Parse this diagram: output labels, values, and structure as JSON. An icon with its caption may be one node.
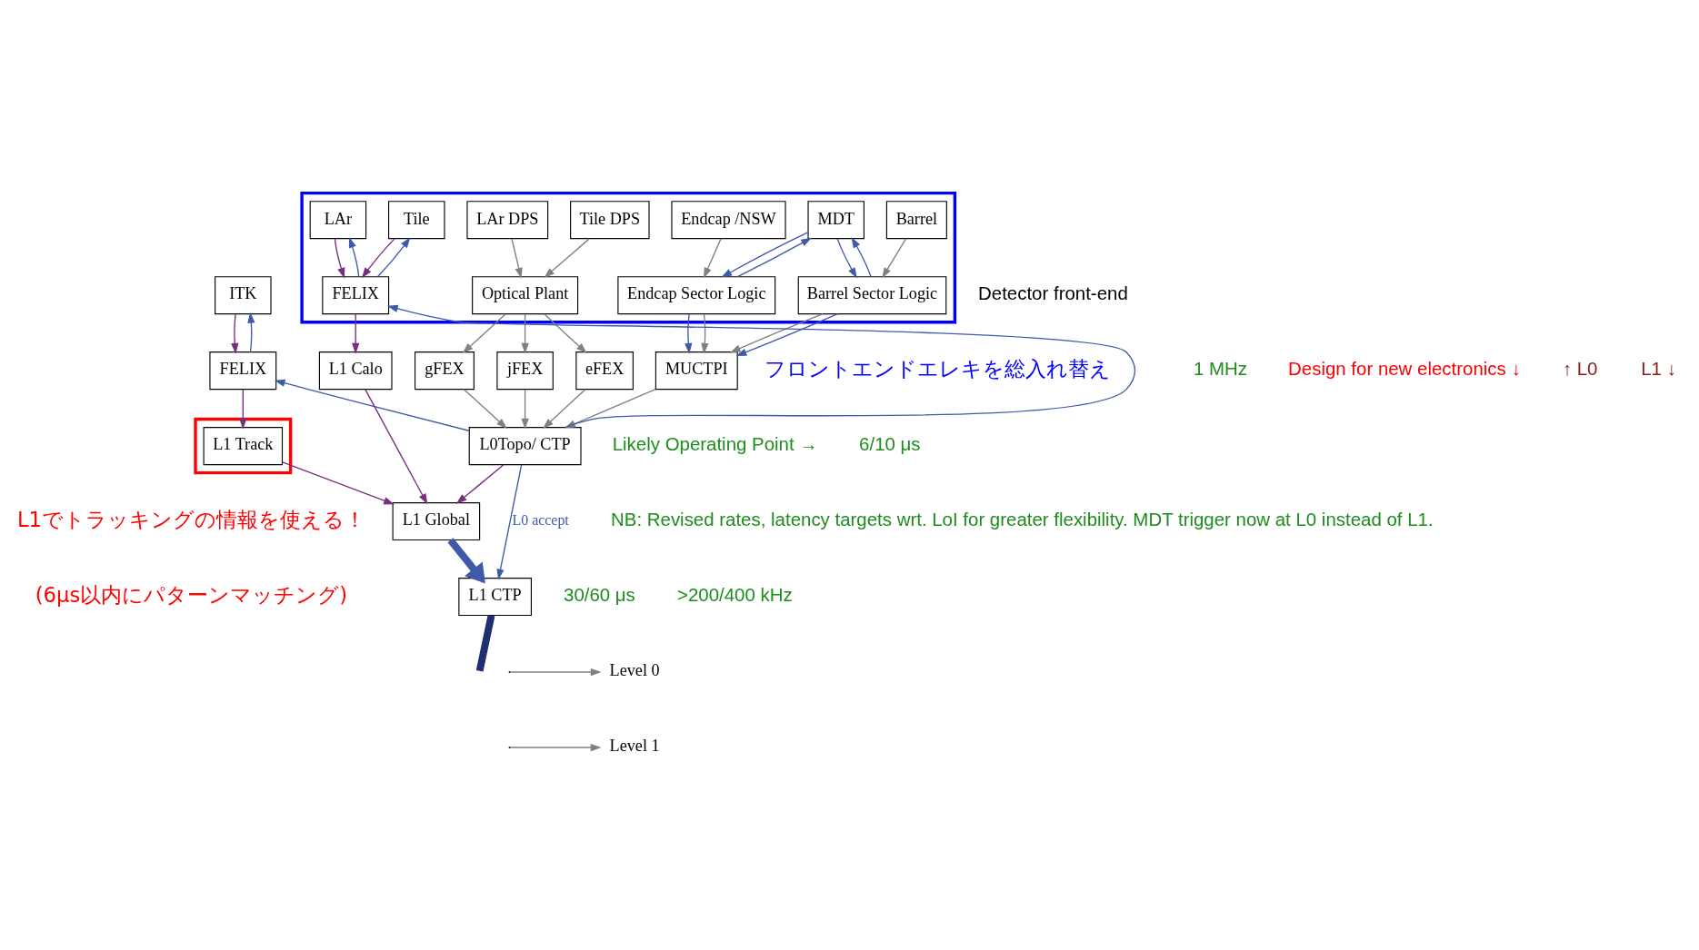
{
  "diagram": {
    "nodes": [
      {
        "text": [
          "ITK"
        ]
      },
      {
        "text": [],
        "shape": "box",
        "beside": [
          "フロントエンドエレキを総入れ替え"
        ]
      },
      {
        "text": [
          "Tile"
        ],
        "in": 1
      },
      {
        "text": [
          "LAr"
        ],
        "in": 1
      },
      {
        "text": [
          "Tile DPS"
        ],
        "in": 1
      },
      {
        "text": [
          "LAr DPS"
        ],
        "in": 1
      },
      {
        "text": [
          "Endcap /NSW"
        ],
        "in": 1
      },
      {
        "text": [
          "MDT"
        ],
        "in": 1
      },
      {
        "text": [
          "Barrel"
        ],
        "in": 1
      },
      {
        "text": [
          "FELIX"
        ]
      },
      {
        "text": [
          "FELIX"
        ],
        "in": 1
      },
      {
        "text": [
          "Optical Plant"
        ],
        "in": 1
      },
      {
        "text": [
          "Endcap Sector Logic"
        ],
        "in": 1
      },
      {
        "text": [
          "Barrel Sector Logic"
        ],
        "in": 1
      },
      {
        "text": [
          "gFEX"
        ]
      },
      {
        "text": [
          "jFEX"
        ]
      },
      {
        "text": [
          "eFEX"
        ]
      },
      {
        "text": [
          "MUCTPI"
        ]
      },
      {
        "text": [
          "L0Topo/ CTP"
        ]
      },
      {
        "text": [],
        "shape": "box",
        "beside": [
          "L1でトラッキングの情報を使える！",
          "(6μs以内にパターンマッチング)"
        ]
      },
      {
        "text": [
          "L1 Track"
        ],
        "in": 19
      },
      {
        "text": [
          "L1 Calo"
        ]
      },
      {
        "text": [
          "L1 Global"
        ]
      },
      {
        "text": [
          "L1 CTP"
        ]
      }
    ],
    "edges": [
      {
        "from": 0,
        "to": 9,
        "arrow": "to",
        "color": "#7b2d7f"
      },
      {
        "from": 9,
        "to": 0,
        "arrow": "to",
        "color": "#3f5aa8"
      },
      {
        "from": 2,
        "to": 10,
        "arrow": "to",
        "color": "#7b2d7f"
      },
      {
        "from": 10,
        "to": 2,
        "arrow": "to",
        "color": "#3f5aa8"
      },
      {
        "from": 10,
        "to": 3,
        "arrow": "to",
        "color": "#3f5aa8"
      },
      {
        "from": 3,
        "to": 10,
        "arrow": "to",
        "color": "#7b2d7f"
      },
      {
        "from": 4,
        "to": 11,
        "arrow": "to"
      },
      {
        "from": 5,
        "to": 11,
        "arrow": "to"
      },
      {
        "from": 6,
        "to": 12,
        "arrow": "to"
      },
      {
        "from": 7,
        "to": 12,
        "arrow": "to",
        "color": "#3f5aa8"
      },
      {
        "from": 12,
        "to": 7,
        "arrow": "to",
        "color": "#3f5aa8"
      },
      {
        "from": 13,
        "to": 7,
        "arrow": "to",
        "color": "#3f5aa8"
      },
      {
        "from": 7,
        "to": 13,
        "arrow": "to",
        "color": "#3f5aa8"
      },
      {
        "from": 8,
        "to": 13,
        "arrow": "to"
      },
      {
        "from": 11,
        "to": 14,
        "arrow": "to"
      },
      {
        "from": 11,
        "to": 15,
        "arrow": "to"
      },
      {
        "from": 11,
        "to": 16,
        "arrow": "to"
      },
      {
        "from": 12,
        "to": 17,
        "arrow": "to",
        "color": "#3f5aa8"
      },
      {
        "from": 12,
        "to": 17,
        "arrow": "to"
      },
      {
        "from": 13,
        "to": 17,
        "arrow": "to"
      },
      {
        "from": 13,
        "to": 17,
        "arrow": "to",
        "color": "#3f5aa8"
      },
      {
        "from": 14,
        "to": 18,
        "arrow": "to"
      },
      {
        "from": 15,
        "to": 18,
        "arrow": "to"
      },
      {
        "from": 16,
        "to": 18,
        "arrow": "to"
      },
      {
        "from": 17,
        "to": 18,
        "arrow": "to"
      },
      {
        "from": 18,
        "to": 9,
        "arrow": "to",
        "color": "#3f5aa8"
      },
      {
        "from": 18,
        "to": 10,
        "arrow": "to",
        "color": "#3f5aa8"
      },
      {
        "from": 9,
        "to": 20,
        "arrow": "to",
        "color": "#7b2d7f"
      },
      {
        "from": 10,
        "to": 21,
        "arrow": "to",
        "color": "#7b2d7f"
      },
      {
        "from": 18,
        "to": 23,
        "arrow": "to",
        "color": "#3f5aa8",
        "label": "L0 accept"
      },
      {
        "from": 18,
        "to": 22,
        "arrow": "to",
        "color": "#7b2d7f"
      },
      {
        "from": 20,
        "to": 22,
        "arrow": "to",
        "color": "#7b2d7f"
      },
      {
        "from": 21,
        "to": 22,
        "arrow": "to",
        "color": "#7b2d7f"
      },
      {
        "from": 22,
        "to": 23,
        "arrow": "to",
        "color": "#3f5aa8",
        "style": "thick"
      },
      {
        "from": 23,
        "to": null,
        "arrow": "none",
        "color": "#1f2f6f",
        "style": "thick"
      }
    ],
    "labels": [
      "Detector front-end",
      "Likely Operating Point →",
      "6/10 μs",
      "1 MHz",
      "NB: Revised rates, latency targets wrt. LoI for greater flexibility. MDT trigger now at L0 instead of L1.",
      "Design for new electronics ↓",
      "↑ L0",
      "L1 ↓",
      "30/60 μs",
      ">200/400 kHz"
    ],
    "legend": [
      {
        "text": "Level 0"
      },
      {
        "text": "Level 1"
      }
    ]
  }
}
